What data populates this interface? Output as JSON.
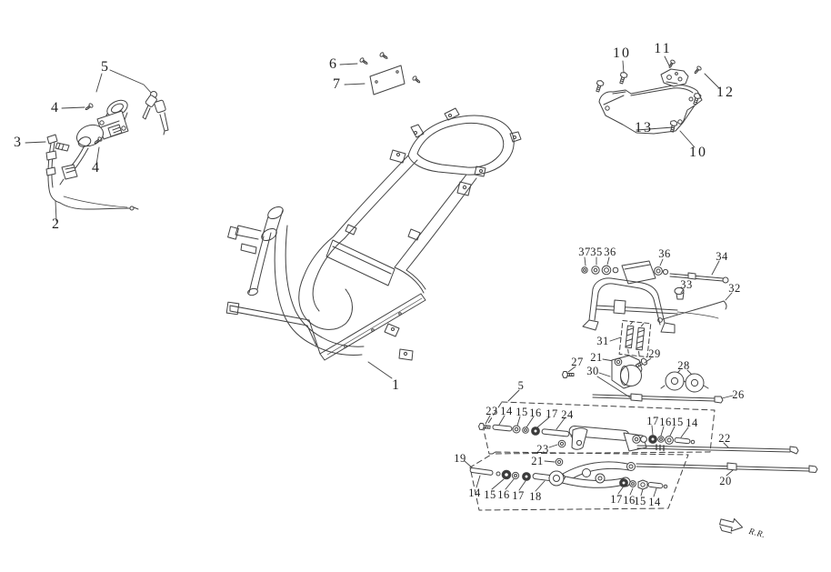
{
  "diagram": {
    "background": "#ffffff",
    "line_color": "#424242",
    "label_color": "#1f1f1f",
    "direction_label": "R.R."
  },
  "callouts": [
    {
      "part": "5",
      "assembly": "ignition-switch"
    },
    {
      "part": "4",
      "assembly": "ignition-switch"
    },
    {
      "part": "3",
      "assembly": "ignition-switch"
    },
    {
      "part": "4",
      "assembly": "ignition-switch"
    },
    {
      "part": "2",
      "assembly": "ignition-switch"
    },
    {
      "part": "6",
      "assembly": "plate"
    },
    {
      "part": "7",
      "assembly": "plate"
    },
    {
      "part": "10",
      "assembly": "rear-bracket"
    },
    {
      "part": "11",
      "assembly": "rear-bracket"
    },
    {
      "part": "12",
      "assembly": "rear-bracket"
    },
    {
      "part": "13",
      "assembly": "rear-bracket"
    },
    {
      "part": "10",
      "assembly": "rear-bracket"
    },
    {
      "part": "1",
      "assembly": "frame"
    },
    {
      "part": "37",
      "assembly": "main-stand"
    },
    {
      "part": "35",
      "assembly": "main-stand"
    },
    {
      "part": "36",
      "assembly": "main-stand"
    },
    {
      "part": "36",
      "assembly": "main-stand"
    },
    {
      "part": "34",
      "assembly": "main-stand"
    },
    {
      "part": "33",
      "assembly": "main-stand"
    },
    {
      "part": "32",
      "assembly": "main-stand"
    },
    {
      "part": "31",
      "assembly": "main-stand"
    },
    {
      "part": "27",
      "assembly": "engine-hanger"
    },
    {
      "part": "21",
      "assembly": "engine-hanger"
    },
    {
      "part": "29",
      "assembly": "engine-hanger"
    },
    {
      "part": "30",
      "assembly": "engine-hanger"
    },
    {
      "part": "28",
      "assembly": "engine-hanger"
    },
    {
      "part": "26",
      "assembly": "engine-hanger"
    },
    {
      "part": "5",
      "assembly": "engine-hanger"
    },
    {
      "part": "23",
      "assembly": "engine-hanger"
    },
    {
      "part": "14",
      "assembly": "engine-hanger"
    },
    {
      "part": "15",
      "assembly": "engine-hanger"
    },
    {
      "part": "16",
      "assembly": "engine-hanger"
    },
    {
      "part": "17",
      "assembly": "engine-hanger"
    },
    {
      "part": "24",
      "assembly": "engine-hanger"
    },
    {
      "part": "17",
      "assembly": "engine-hanger"
    },
    {
      "part": "16",
      "assembly": "engine-hanger"
    },
    {
      "part": "15",
      "assembly": "engine-hanger"
    },
    {
      "part": "14",
      "assembly": "engine-hanger"
    },
    {
      "part": "22",
      "assembly": "engine-hanger"
    },
    {
      "part": "23",
      "assembly": "engine-hanger"
    },
    {
      "part": "21",
      "assembly": "engine-hanger"
    },
    {
      "part": "19",
      "assembly": "engine-hanger"
    },
    {
      "part": "14",
      "assembly": "engine-hanger"
    },
    {
      "part": "15",
      "assembly": "engine-hanger"
    },
    {
      "part": "16",
      "assembly": "engine-hanger"
    },
    {
      "part": "17",
      "assembly": "engine-hanger"
    },
    {
      "part": "18",
      "assembly": "engine-hanger"
    },
    {
      "part": "17",
      "assembly": "engine-hanger"
    },
    {
      "part": "16",
      "assembly": "engine-hanger"
    },
    {
      "part": "15",
      "assembly": "engine-hanger"
    },
    {
      "part": "14",
      "assembly": "engine-hanger"
    },
    {
      "part": "20",
      "assembly": "engine-hanger"
    }
  ]
}
